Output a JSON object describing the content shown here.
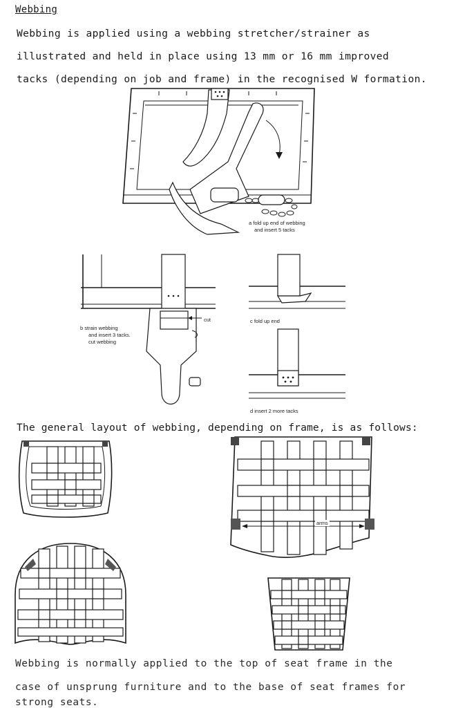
{
  "heading": "Webbing",
  "intro": {
    "line1": "Webbing is applied using a webbing stretcher/strainer as",
    "line2": "illustrated and held in place using 13 mm or 16 mm improved",
    "line3": "tacks (depending on job and frame) in the recognised W formation."
  },
  "figure_a": {
    "caption_line1": "a  fold up end of webbing",
    "caption_line2": "and insert 5 tacks"
  },
  "figure_b": {
    "caption_line1": "b  strain webbing",
    "caption_line2": "and insert 3 tacks.",
    "caption_line3": "cut webbing",
    "cut_label": "cut"
  },
  "figure_c": {
    "caption": "c  fold up end"
  },
  "figure_d": {
    "caption": "d  insert 2 more tacks"
  },
  "layout_text": "The general layout of webbing, depending on frame, is as follows:",
  "arms_label": "arms",
  "closing": {
    "line1": "Webbing is normally applied to the top of seat frame in the",
    "line2": "case of unsprung furniture and to the base of seat frames for",
    "line3": "strong seats."
  }
}
